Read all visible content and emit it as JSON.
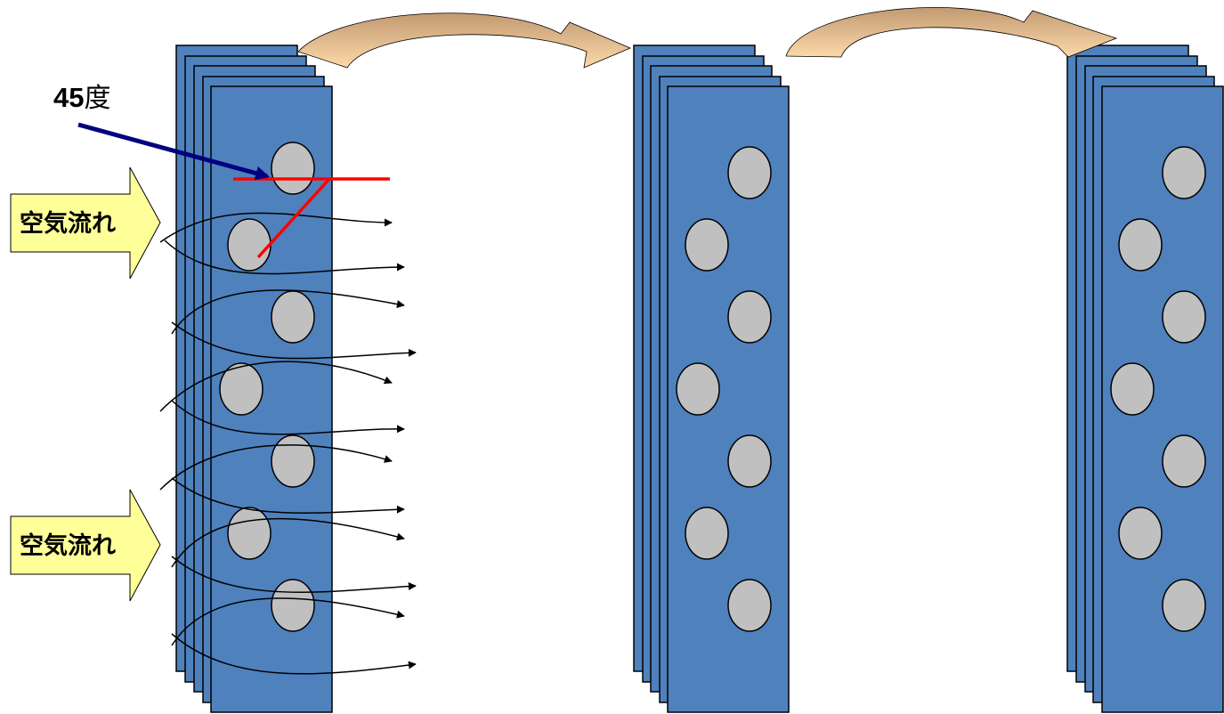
{
  "angle_label": {
    "number": "45",
    "unit": "度"
  },
  "airflow_labels": [
    "空気流れ",
    "空気流れ"
  ],
  "colors": {
    "fin": "#4F81BD",
    "fin_stroke": "#000000",
    "tube": "#C0C0C0",
    "angle_line": "#FF0000",
    "pointer_arrow": "#000080",
    "airflow_arrow_fill": "#FFFF99",
    "transition_arrow_top": "#C9A27A",
    "transition_arrow_bottom": "#FBD7A7"
  },
  "icons": {
    "airflow_arrow": "block-arrow-right",
    "transition_arrow": "curved-arrow-right",
    "pointer_arrow": "arrow-right"
  }
}
